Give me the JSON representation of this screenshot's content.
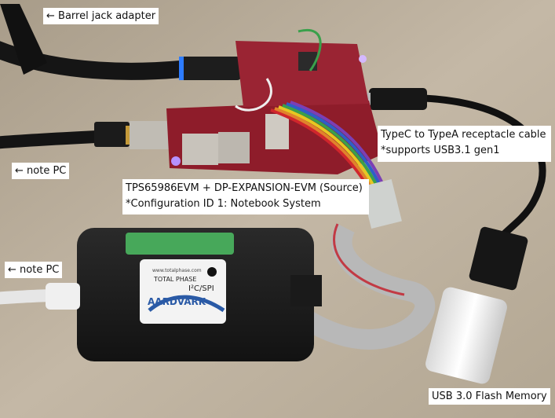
{
  "labels": {
    "barrel": "← Barrel jack adapter",
    "note_pc_1": "← note PC",
    "note_pc_2": "← note PC",
    "typec_line1": "TypeC to TypeA receptacle cable",
    "typec_line2": "*supports USB3.1 gen1",
    "tps_line1": "TPS65986EVM + DP-EXPANSION-EVM (Source)",
    "tps_line2": "*Configuration ID 1: Notebook System",
    "usb_flash": "USB 3.0 Flash Memory"
  },
  "device_text": {
    "brand": "AARDVARK",
    "protocol": "I²C/SPI",
    "maker": "TOTAL PHASE",
    "url": "www.totalphase.com"
  },
  "colors": {
    "desk": "#b9ad9a",
    "pcb": "#8e1c2a",
    "aardvark_body": "#202020",
    "ribbon": "#b8b8b8",
    "label_bg": "#ffffff"
  }
}
